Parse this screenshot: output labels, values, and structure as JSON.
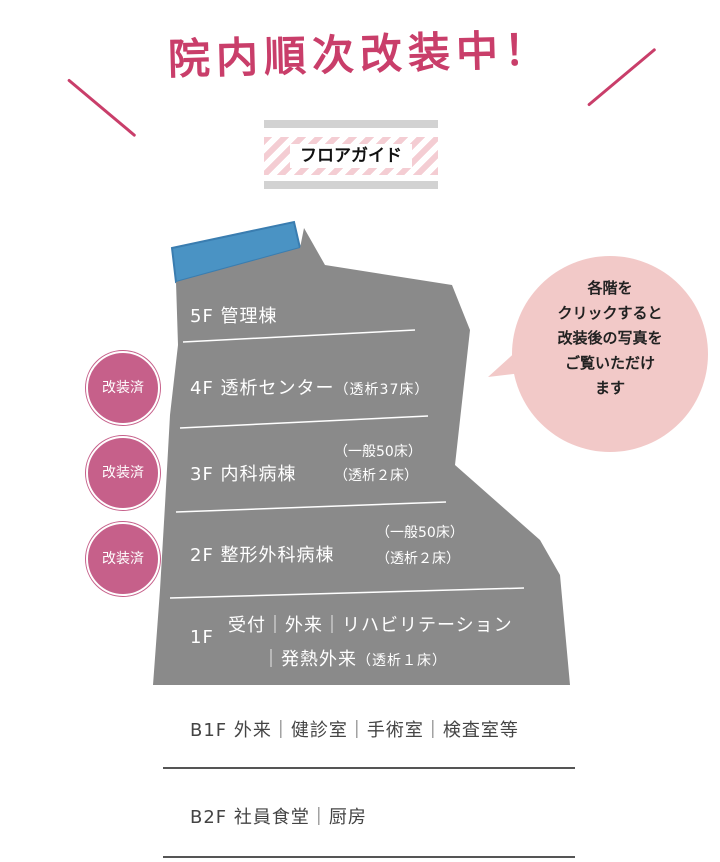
{
  "title": "院内順次改装中！",
  "guide": {
    "label": "フロアガイド"
  },
  "bubble": {
    "lines": [
      "各階を",
      "クリックすると",
      "改装後の写真を",
      "ご覧いただけ",
      "ます"
    ]
  },
  "done_label": "改装済",
  "floors": {
    "f5": {
      "label": "5F 管理棟"
    },
    "f4": {
      "label": "4F 透析センター",
      "note": "（透析37床）"
    },
    "f3": {
      "label": "3F 内科病棟",
      "note1": "（一般50床）",
      "note2": "（透析２床）"
    },
    "f2": {
      "label": "2F 整形外科病棟",
      "note1": "（一般50床）",
      "note2": "（透析２床）"
    },
    "f1": {
      "num": "1F",
      "line1": "受付｜外来｜リハビリテーション",
      "line2": "｜発熱外来",
      "note": "（透析１床）"
    }
  },
  "basement": {
    "b1": {
      "label": "B1F 外来｜健診室｜手術室｜検査室等"
    },
    "b2": {
      "label": "B2F 社員食堂｜厨房"
    }
  },
  "colors": {
    "accent": "#c93e6a",
    "building": "#8a8a8a",
    "roof": "#4a93c4",
    "badge": "#c6608a",
    "bubble": "#f2c9c8"
  }
}
